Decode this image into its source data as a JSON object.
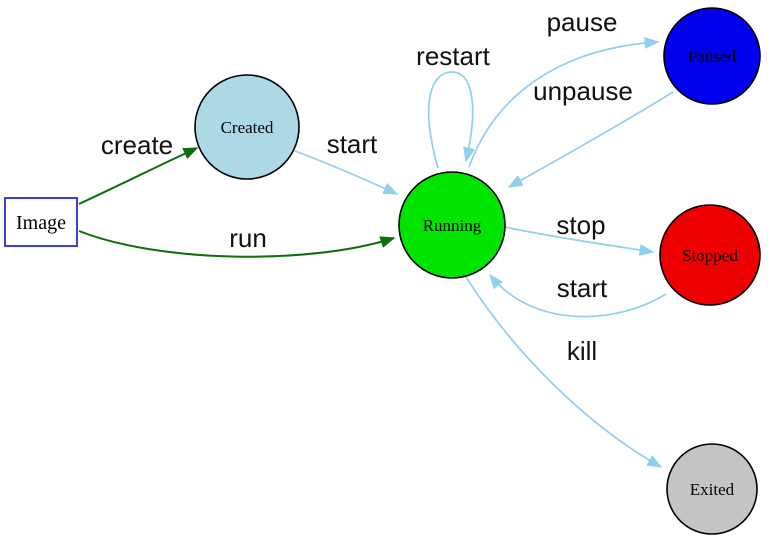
{
  "colors": {
    "edge_blue": "#8fd0ec",
    "edge_green": "#0b6e0b",
    "node_border": "#000000",
    "image_border": "#2828d8",
    "label_color": "#111111",
    "background": "#ffffff"
  },
  "nodes": {
    "image": {
      "label": "Image",
      "shape": "rect",
      "fill": "#ffffff",
      "border": "#2828d8"
    },
    "created": {
      "label": "Created",
      "shape": "circle",
      "fill": "#add8e6"
    },
    "running": {
      "label": "Running",
      "shape": "circle",
      "fill": "#00e400"
    },
    "paused": {
      "label": "Paused",
      "shape": "circle",
      "fill": "#0000ee"
    },
    "stopped": {
      "label": "Stopped",
      "shape": "circle",
      "fill": "#ee0000"
    },
    "exited": {
      "label": "Exited",
      "shape": "circle",
      "fill": "#c4c4c4"
    }
  },
  "edges": {
    "create": {
      "label": "create",
      "from": "image",
      "to": "created",
      "color": "#0b6e0b"
    },
    "run": {
      "label": "run",
      "from": "image",
      "to": "running",
      "color": "#0b6e0b"
    },
    "start": {
      "label": "start",
      "from": "created",
      "to": "running",
      "color": "#8fd0ec"
    },
    "restart": {
      "label": "restart",
      "from": "running",
      "to": "running",
      "color": "#8fd0ec"
    },
    "pause": {
      "label": "pause",
      "from": "running",
      "to": "paused",
      "color": "#8fd0ec"
    },
    "unpause": {
      "label": "unpause",
      "from": "paused",
      "to": "running",
      "color": "#8fd0ec"
    },
    "stop": {
      "label": "stop",
      "from": "running",
      "to": "stopped",
      "color": "#8fd0ec"
    },
    "start_from_stopped": {
      "label": "start",
      "from": "stopped",
      "to": "running",
      "color": "#8fd0ec"
    },
    "kill": {
      "label": "kill",
      "from": "running",
      "to": "exited",
      "color": "#8fd0ec"
    }
  }
}
